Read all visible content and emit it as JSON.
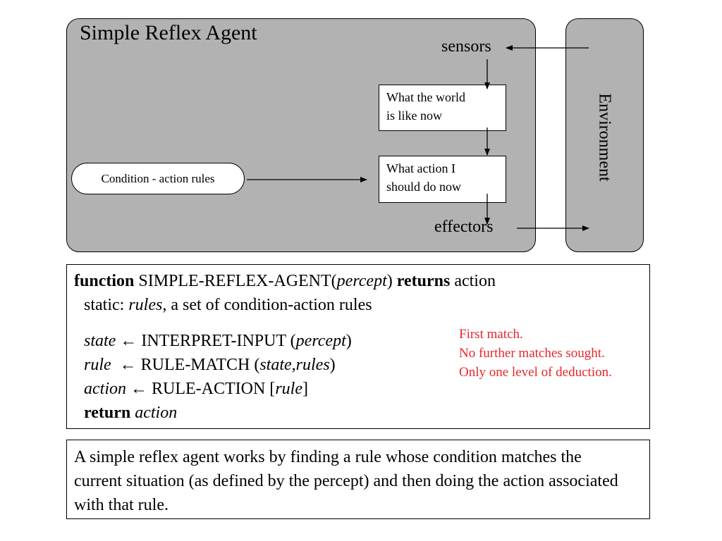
{
  "diagram": {
    "title": "Simple Reflex Agent",
    "environment_label": "Environment",
    "sensors_label": "sensors",
    "effectors_label": "effectors",
    "world_box": [
      "What the world",
      "is like now"
    ],
    "action_box": [
      "What action I",
      "should do now"
    ],
    "rules_label": "Condition - action rules",
    "panel_color": "#b2b2b2"
  },
  "code": {
    "line1": {
      "kw_function": "function",
      "name": "SIMPLE-REFLEX-AGENT(",
      "param": "percept",
      "close": ")",
      "kw_returns": "returns",
      "ret": "action"
    },
    "line2": {
      "prefix": "static: ",
      "var": "rules",
      "suffix": ", a set of condition-action rules"
    },
    "line3": {
      "var": "state",
      "arrow": "←",
      "call": "INTERPRET-INPUT (",
      "arg": "percept",
      "close": ")"
    },
    "line4": {
      "var": "rule",
      "arrow": "←",
      "call": "RULE-MATCH (",
      "arg": "state,rules",
      "close": ")"
    },
    "line5": {
      "var": "action",
      "arrow": "←",
      "call": "RULE-ACTION [",
      "arg": "rule",
      "close": "]"
    },
    "line6": {
      "kw_return": "return",
      "var": "action"
    }
  },
  "annotation": {
    "lines": [
      "First match.",
      "No further matches sought.",
      "Only one level of deduction."
    ],
    "color": "#e8262b"
  },
  "description": "A simple reflex agent works by finding a rule whose condition matches the current situation (as defined by the percept) and then doing the action associated with that rule."
}
